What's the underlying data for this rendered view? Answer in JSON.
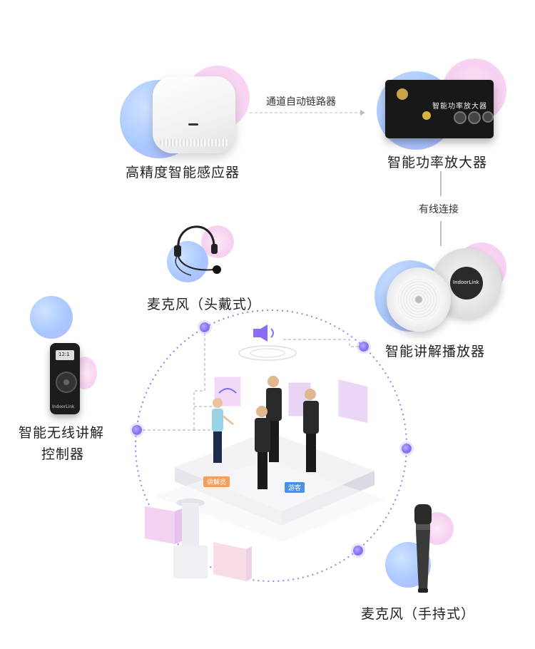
{
  "devices": {
    "sensor": {
      "label": "高精度智能感应器"
    },
    "amplifier": {
      "label": "智能功率放大器",
      "panel_title": "智能功率放大器"
    },
    "headset_mic": {
      "label": "麦克风（头戴式）"
    },
    "speaker": {
      "label": "智能讲解播放器",
      "brand": "IndoorLink"
    },
    "controller": {
      "label_line1": "智能无线讲解",
      "label_line2": "控制器",
      "brand": "IndoorLink",
      "screen_text": "12:1"
    },
    "handheld_mic": {
      "label": "麦克风（手持式）"
    }
  },
  "connections": {
    "sensor_to_amp": "通道自动链路器",
    "amp_to_speaker": "有线连接"
  },
  "scene": {
    "guide_tag": "讲解员",
    "visitor_tag": "游客"
  },
  "colors": {
    "accent_blue": "#4a7ee8",
    "accent_purple": "#7c6df2",
    "guide_tag": "#f0a060",
    "visitor_tag": "#4a90e8"
  }
}
